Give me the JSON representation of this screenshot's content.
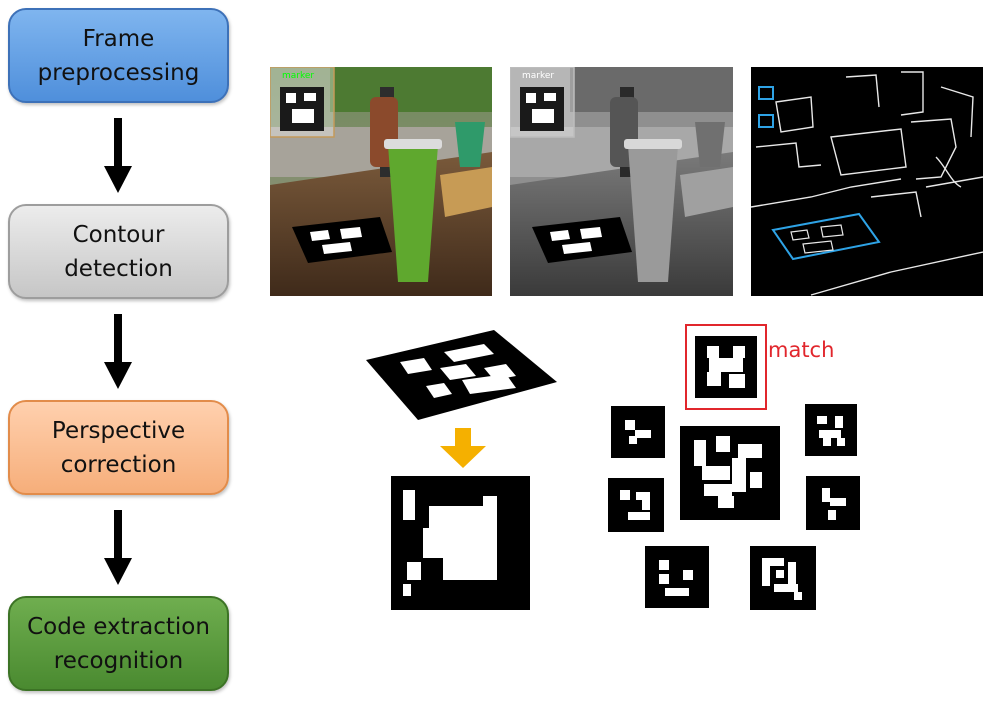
{
  "pipeline": {
    "steps": [
      {
        "label": "Frame\npreprocessing",
        "color": "#5b9be5"
      },
      {
        "label": "Contour\ndetection",
        "color": "#d6d6d6"
      },
      {
        "label": "Perspective\ncorrection",
        "color": "#f9bd8f"
      },
      {
        "label": "Code extraction\nrecognition",
        "color": "#559b39"
      }
    ]
  },
  "images": {
    "color_frame": {
      "marker_tag": "marker",
      "tag_color": "#00ff00"
    },
    "gray_frame": {
      "marker_tag": "marker"
    },
    "edge_frame": {
      "highlight_color": "#2ea3e6"
    }
  },
  "matching": {
    "match_label": "match",
    "match_color": "#e1262c",
    "correction_arrow_color": "#f5b000"
  }
}
